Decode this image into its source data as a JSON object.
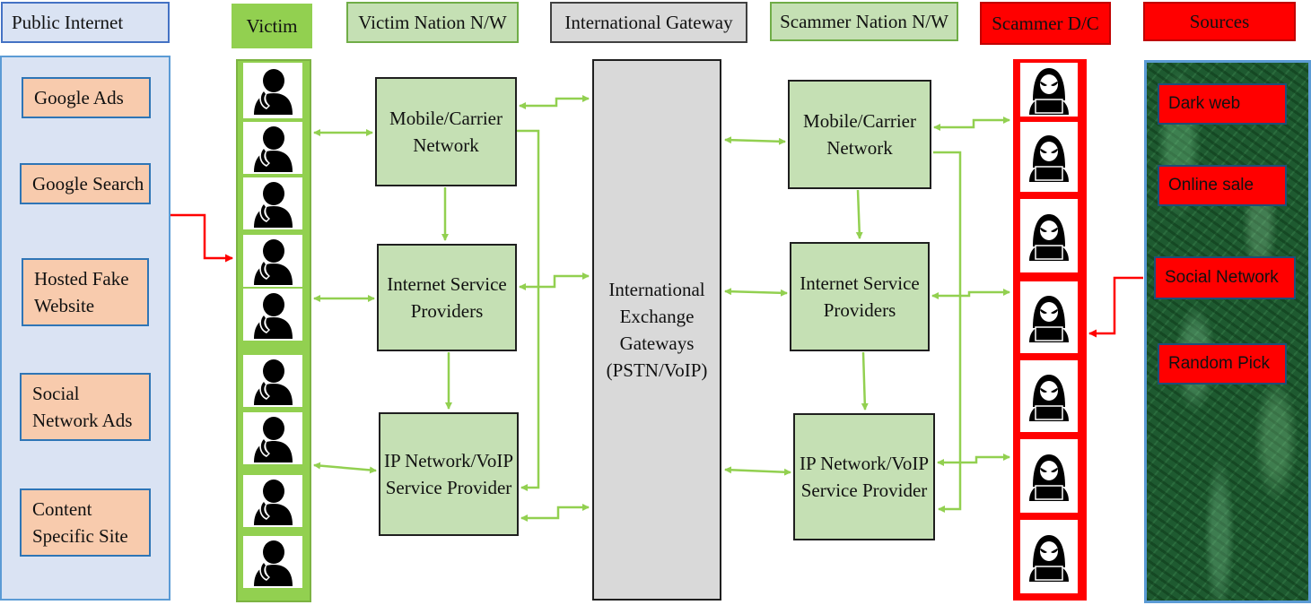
{
  "headers": {
    "public_internet": "Public Internet",
    "victim": "Victim",
    "victim_nation": "Victim Nation N/W",
    "international_gateway": "International Gateway",
    "scammer_nation": "Scammer Nation N/W",
    "scammer_dc": "Scammer D/C",
    "sources": "Sources"
  },
  "public_internet_items": [
    "Google  Ads",
    "Google Search",
    "Hosted Fake Website",
    "Social  Network  Ads",
    "Content Specific Site"
  ],
  "victim_network": {
    "mobile": "Mobile/Carrier Network",
    "isp": "Internet Service Providers",
    "ip": "IP Network/VoIP Service Provider"
  },
  "gateway": "International Exchange Gateways (PSTN/VoIP)",
  "scammer_network": {
    "mobile": "Mobile/Carrier Network",
    "isp": "Internet Service Providers",
    "ip": "IP Network/VoIP Service Provider"
  },
  "source_items": [
    "Dark web",
    "Online sale",
    "Social Network",
    "Random Pick"
  ],
  "colors": {
    "arrow_green": "#92d050",
    "arrow_red": "#ff0000",
    "box_green": "#c5e0b4",
    "box_peach": "#f8cbad",
    "panel_blue": "#dae3f3",
    "gateway_gray": "#d9d9d9"
  },
  "icons": {
    "victim_tile": "person-on-phone-icon",
    "scammer_tile": "hooded-hacker-laptop-icon"
  }
}
